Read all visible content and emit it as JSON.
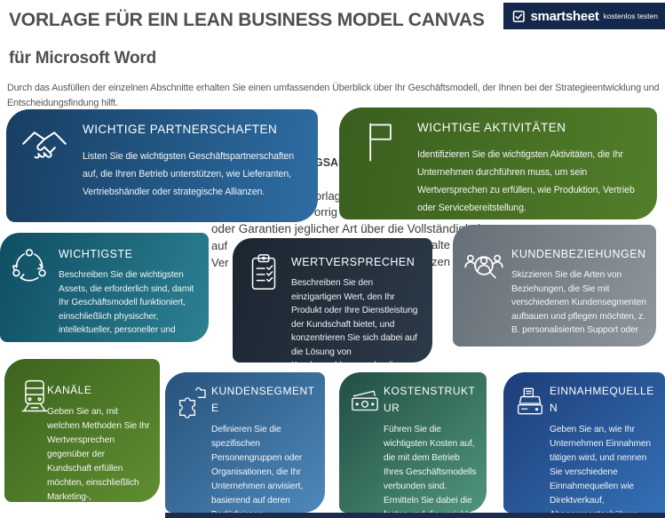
{
  "page": {
    "title": "VORLAGE FÜR EIN LEAN BUSINESS MODEL CANVAS",
    "subtitle": "für Microsoft Word",
    "intro": "Durch das Ausfüllen der einzelnen Abschnitte erhalten Sie einen umfassenden Überblick über Ihr Geschäftsmodell, der Ihnen bei der Strategieentwicklung und Entscheidungsfindung hilft."
  },
  "badge": {
    "brand": "smartsheet",
    "cta": "kostenlos testen",
    "bg_color": "#14284b",
    "icon": "check-square-icon"
  },
  "bottom_strip_color": "#1d2c4e",
  "background_fragments": [
    "GSAU",
    "orlag",
    "orrig",
    "oder Garantien jeglicher Art über die Vollständigkeit",
    "auf",
    "alte",
    "Ver",
    "zen"
  ],
  "cards": [
    {
      "id": "partnerschaften",
      "title": "WICHTIGE PARTNERSCHAFTEN",
      "body": "Listen Sie die wichtigsten Geschäftspartnerschaften auf, die Ihren Betrieb unterstützen, wie Lieferanten, Vertriebshändler oder strategische Allianzen.",
      "icon": "handshake-icon",
      "gradient": [
        "#173f62",
        "#2e6da4"
      ]
    },
    {
      "id": "aktivitaeten",
      "title": "WICHTIGE AKTIVITÄTEN",
      "body": "Identifizieren Sie die wichtigsten Aktivitäten, die Ihr Unternehmen durchführen muss, um sein Wertversprechen zu erfüllen, wie Produktion, Vertrieb oder Servicebereitstellung.",
      "icon": "flag-icon",
      "gradient": [
        "#3a5e1e",
        "#527e2a"
      ]
    },
    {
      "id": "ressourcen",
      "title": "WICHTIGSTE",
      "body": "Beschreiben Sie die wichtigsten Assets, die erforderlich sind, damit Ihr Geschäftsmodell funktioniert, einschließlich physischer, intellektueller, personeller und",
      "icon": "cycle-icon",
      "gradient": [
        "#0f4e62",
        "#2d8093"
      ]
    },
    {
      "id": "wertversprechen",
      "title": "WERTVERSPRECHEN",
      "body": "Beschreiben Sie den einzigartigen Wert, den Ihr Produkt oder Ihre Dienstleistung der Kundschaft bietet, und konzentrieren Sie sich dabei auf die Lösung von Kundenproblemen oder die Erfüllung ihrer Bedürfnisse.",
      "icon": "clipboard-checklist-icon",
      "gradient": [
        "#1c2631",
        "#2c3948"
      ]
    },
    {
      "id": "kundenbeziehungen",
      "title": "KUNDENBEZIEHUNGEN",
      "body": "Skizzieren Sie die Arten von Beziehungen, die Sie mit verschiedenen Kundensegmenten aufbauen und pflegen möchten, z. B. personalisierten Support oder",
      "icon": "customers-magnifier-icon",
      "gradient": [
        "#666f77",
        "#8e959c"
      ]
    },
    {
      "id": "kanaele",
      "title": "KANÄLE",
      "body": "Geben Sie an, mit welchen Methoden Sie Ihr Wertversprechen gegenüber der Kundschaft erfüllen möchten, einschließlich Marketing-,",
      "icon": "tram-icon",
      "gradient": [
        "#3c631e",
        "#608e31"
      ]
    },
    {
      "id": "kundensegmente",
      "title": "KUNDENSEGMENTE",
      "body": "Definieren Sie die spezifischen Personengruppen oder Organisationen, die Ihr Unternehmen anvisiert, basierend auf deren Bedürfnissen,",
      "icon": "puzzle-icon",
      "gradient": [
        "#28537c",
        "#4e88ba"
      ]
    },
    {
      "id": "kostenstruktur",
      "title": "KOSTENSTRUKTUR",
      "body": "Führen Sie die wichtigsten Kosten auf, die mit dem Betrieb Ihres Geschäftsmodells verbunden sind. Ermitteln Sie dabei die festen und die variablen Kosten.",
      "icon": "banknotes-icon",
      "gradient": [
        "#224e44",
        "#50957b"
      ]
    },
    {
      "id": "einnahmequellen",
      "title": "EINNAHMEQUELLEN",
      "body": "Geben Sie an, wie Ihr Unternehmen Einnahmen tätigen wird, und nennen Sie verschiedene Einnahmequellen wie Direktverkauf, Abonnementgebühren oder",
      "icon": "cash-register-icon",
      "gradient": [
        "#1d3d79",
        "#3470b5"
      ]
    }
  ]
}
